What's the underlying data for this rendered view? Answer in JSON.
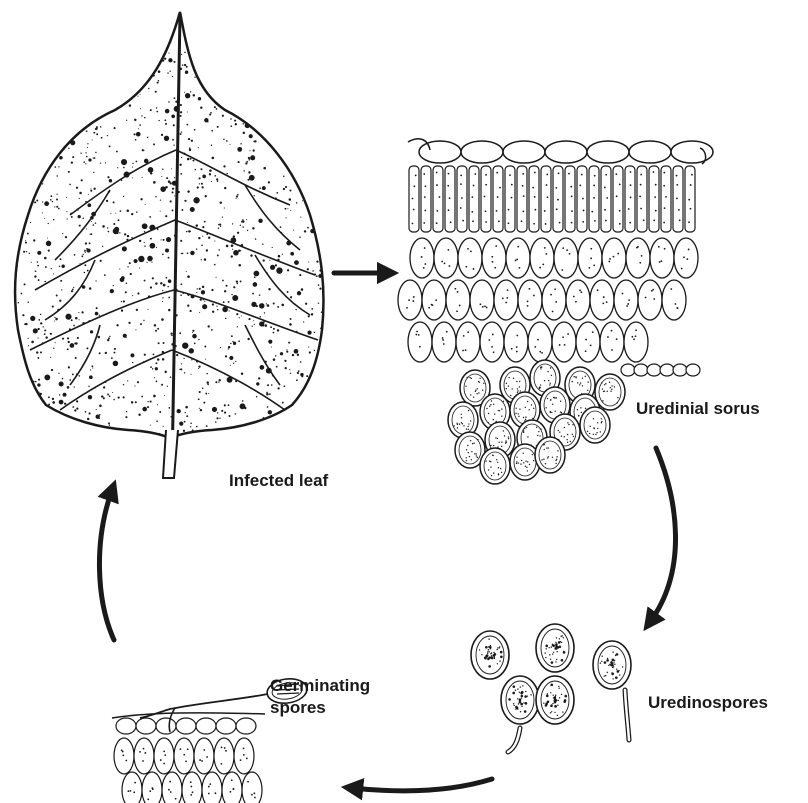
{
  "labels": {
    "infected_leaf": "Infected leaf",
    "uredinial_sorus": "Uredinial sorus",
    "uredinospores": "Uredinospores",
    "germinating_spores": "Germinating spores"
  },
  "stages": [
    "infected-leaf",
    "uredinial-sorus",
    "uredinospores",
    "germinating-spores"
  ],
  "colors": {
    "ink": "#1a1a1a",
    "background": "#ffffff"
  }
}
